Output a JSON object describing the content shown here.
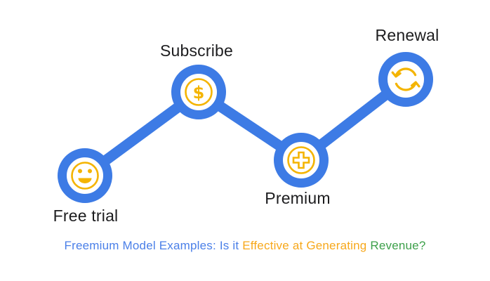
{
  "diagram": {
    "line_color": "#3D7BE5",
    "icon_color": "#F4B400",
    "nodes": [
      {
        "label": "Free trial",
        "icon": "smiley-face",
        "label_position": "below"
      },
      {
        "label": "Subscribe",
        "icon": "dollar-sign",
        "icon_char": "$",
        "label_position": "above"
      },
      {
        "label": "Premium",
        "icon": "plus-sign",
        "label_position": "below"
      },
      {
        "label": "Renewal",
        "icon": "refresh-arrows",
        "label_position": "above"
      }
    ]
  },
  "caption": {
    "segments": [
      {
        "text": "Freemium Model Examples: Is it ",
        "color": "#4A7FE8"
      },
      {
        "text": "Effective at Generating ",
        "color": "#F7A81B"
      },
      {
        "text": "Revenue?",
        "color": "#3DA04A"
      }
    ]
  }
}
